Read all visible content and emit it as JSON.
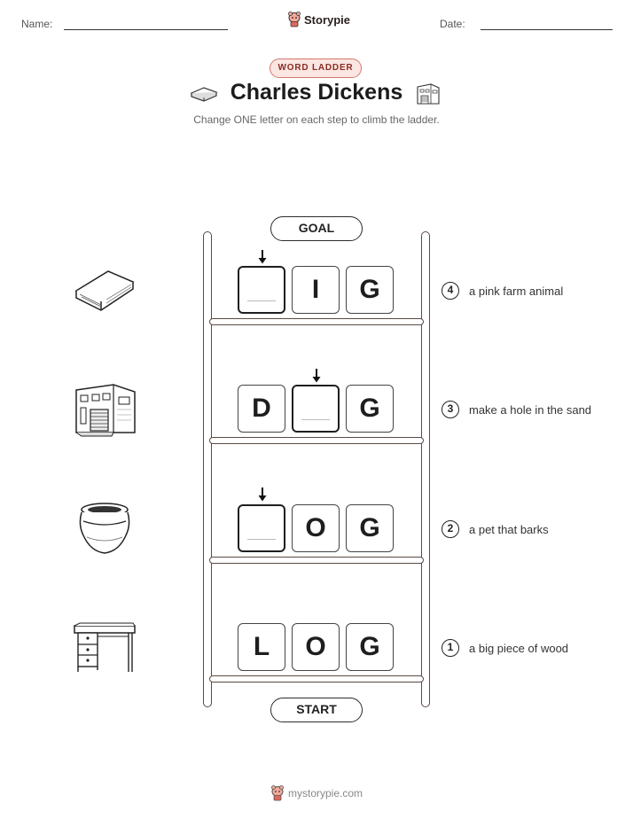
{
  "header": {
    "name_label": "Name:",
    "date_label": "Date:",
    "brand": "Storypie"
  },
  "badge": "WORD LADDER",
  "title": "Charles Dickens",
  "subtitle": "Change ONE letter on each step to climb the ladder.",
  "goal_label": "GOAL",
  "start_label": "START",
  "rows": [
    {
      "num": "4",
      "letters": [
        "",
        "I",
        "G"
      ],
      "blank": 0,
      "clue": "a pink farm animal",
      "icon": "book-icon"
    },
    {
      "num": "3",
      "letters": [
        "D",
        "",
        "G"
      ],
      "blank": 1,
      "clue": "make a hole in the sand",
      "icon": "building-icon"
    },
    {
      "num": "2",
      "letters": [
        "",
        "O",
        "G"
      ],
      "blank": 0,
      "clue": "a pet that barks",
      "icon": "pot-icon"
    },
    {
      "num": "1",
      "letters": [
        "L",
        "O",
        "G"
      ],
      "blank": null,
      "clue": "a big piece of wood",
      "icon": "desk-icon"
    }
  ],
  "footer": "mystorypie.com"
}
